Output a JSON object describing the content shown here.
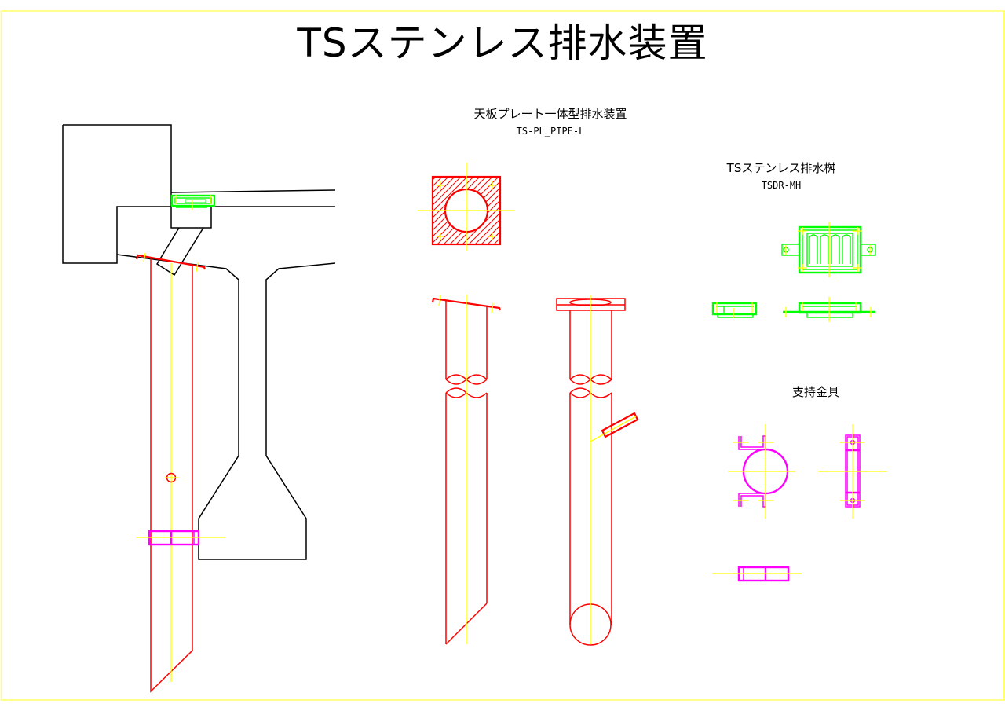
{
  "drawing": {
    "title": "TSステンレス排水装置",
    "colors": {
      "frame": "#ffff66",
      "structure": "#000000",
      "pipe": "#ff0000",
      "centerline": "#ffff00",
      "drain_basin": "#00ff00",
      "bracket": "#ff00ff"
    },
    "sections": [
      {
        "id": "plate_pipe",
        "title": "天板プレート一体型排水装置",
        "code": "TS-PL_PIPE-L"
      },
      {
        "id": "drain_basin",
        "title": "TSステンレス排水桝",
        "code": "TSDR-MH"
      },
      {
        "id": "support_bracket",
        "title": "支持金具",
        "code": ""
      }
    ],
    "views": [
      {
        "name": "bridge-cross-section",
        "description": "Bridge girder cross-section with installed drain pipe"
      },
      {
        "name": "plate-top-view",
        "description": "Square plate with hatched section and bolt holes"
      },
      {
        "name": "pipe-slanted-top",
        "description": "Drain pipe with slanted top plate and beveled bottom"
      },
      {
        "name": "pipe-flanged-top",
        "description": "Drain pipe with flange, branch inlet and rounded bottom"
      },
      {
        "name": "basin-plan",
        "description": "Drain basin plan view with grating"
      },
      {
        "name": "basin-side",
        "description": "Drain basin side view"
      },
      {
        "name": "basin-front",
        "description": "Drain basin front view with flanges"
      },
      {
        "name": "bracket-front",
        "description": "Support bracket front view around pipe"
      },
      {
        "name": "bracket-side",
        "description": "Support bracket side view"
      },
      {
        "name": "bracket-plan",
        "description": "Support bracket plan view"
      }
    ]
  }
}
